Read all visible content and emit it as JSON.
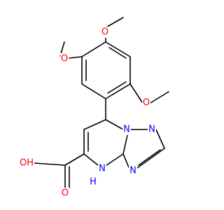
{
  "colors": {
    "bond": "#000000",
    "carbon": "#000000",
    "oxygen": "#FF0000",
    "nitrogen": "#0000FF",
    "background": "#FFFFFF"
  },
  "labels": {
    "o_ortho": "O",
    "o_meta": "O",
    "o_para": "O",
    "n1": "N",
    "n2": "N",
    "n3": "N",
    "nh": "N",
    "h": "H",
    "acid_o_double": "O",
    "acid_oh": "OH"
  }
}
